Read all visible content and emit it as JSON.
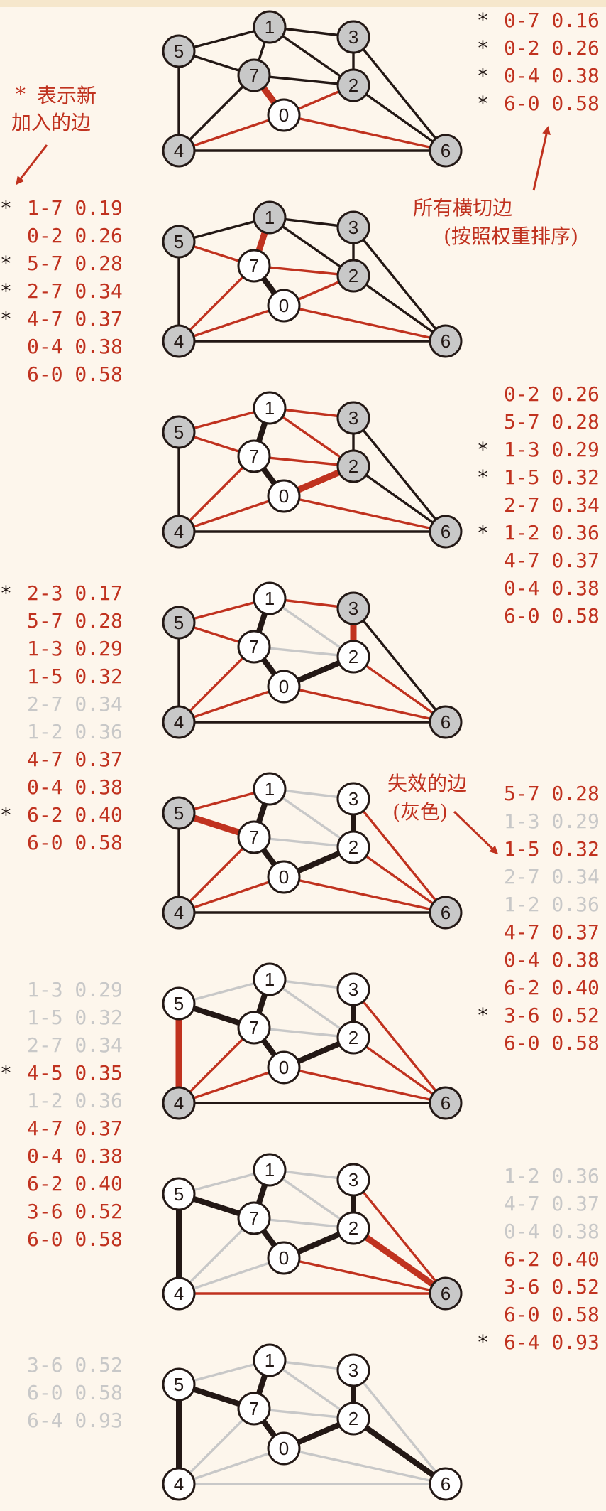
{
  "colors": {
    "tree": "#231815",
    "crossing": "#c0321f",
    "obsolete": "#c8c8c8",
    "vertex_gray": "#c8c8c8",
    "vertex_white": "#ffffff",
    "annotation": "#c0321f",
    "background": "#fdf6ec"
  },
  "annotations": {
    "new_edge_star": "*",
    "new_edge": "表示新",
    "new_edge_2": "加入的边",
    "crossing": "所有横切边",
    "crossing_2": "(按照权重排序)",
    "obsolete": "失效的边",
    "obsolete_2": "(灰色)"
  },
  "vertex_labels": [
    "0",
    "1",
    "2",
    "3",
    "4",
    "5",
    "6",
    "7"
  ],
  "steps": [
    {
      "list_side": "right",
      "list": [
        {
          "edge": "0-7",
          "weight": "0.16",
          "state": "crossing",
          "new": true
        },
        {
          "edge": "0-2",
          "weight": "0.26",
          "state": "crossing",
          "new": true
        },
        {
          "edge": "0-4",
          "weight": "0.38",
          "state": "crossing",
          "new": true
        },
        {
          "edge": "6-0",
          "weight": "0.58",
          "state": "crossing",
          "new": true
        }
      ],
      "tree_vertices": [
        0
      ],
      "edges": [
        {
          "e": "0-7",
          "s": "min"
        },
        {
          "e": "0-2",
          "s": "crossing"
        },
        {
          "e": "0-4",
          "s": "crossing"
        },
        {
          "e": "0-6",
          "s": "crossing"
        },
        {
          "e": "1-7",
          "s": "normal"
        },
        {
          "e": "1-5",
          "s": "normal"
        },
        {
          "e": "1-3",
          "s": "normal"
        },
        {
          "e": "1-2",
          "s": "normal"
        },
        {
          "e": "5-7",
          "s": "normal"
        },
        {
          "e": "2-7",
          "s": "normal"
        },
        {
          "e": "2-3",
          "s": "normal"
        },
        {
          "e": "3-6",
          "s": "normal"
        },
        {
          "e": "2-6",
          "s": "normal"
        },
        {
          "e": "4-5",
          "s": "normal"
        },
        {
          "e": "4-7",
          "s": "normal"
        },
        {
          "e": "4-6",
          "s": "normal"
        }
      ]
    },
    {
      "list_side": "left",
      "list": [
        {
          "edge": "1-7",
          "weight": "0.19",
          "state": "crossing",
          "new": true
        },
        {
          "edge": "0-2",
          "weight": "0.26",
          "state": "crossing",
          "new": false
        },
        {
          "edge": "5-7",
          "weight": "0.28",
          "state": "crossing",
          "new": true
        },
        {
          "edge": "2-7",
          "weight": "0.34",
          "state": "crossing",
          "new": true
        },
        {
          "edge": "4-7",
          "weight": "0.37",
          "state": "crossing",
          "new": true
        },
        {
          "edge": "0-4",
          "weight": "0.38",
          "state": "crossing",
          "new": false
        },
        {
          "edge": "6-0",
          "weight": "0.58",
          "state": "crossing",
          "new": false
        }
      ],
      "tree_vertices": [
        0,
        7
      ],
      "edges": [
        {
          "e": "0-7",
          "s": "tree"
        },
        {
          "e": "1-7",
          "s": "min"
        },
        {
          "e": "0-2",
          "s": "crossing"
        },
        {
          "e": "5-7",
          "s": "crossing"
        },
        {
          "e": "2-7",
          "s": "crossing"
        },
        {
          "e": "4-7",
          "s": "crossing"
        },
        {
          "e": "0-4",
          "s": "crossing"
        },
        {
          "e": "0-6",
          "s": "crossing"
        },
        {
          "e": "1-5",
          "s": "normal"
        },
        {
          "e": "1-3",
          "s": "normal"
        },
        {
          "e": "1-2",
          "s": "normal"
        },
        {
          "e": "2-3",
          "s": "normal"
        },
        {
          "e": "3-6",
          "s": "normal"
        },
        {
          "e": "2-6",
          "s": "normal"
        },
        {
          "e": "4-5",
          "s": "normal"
        },
        {
          "e": "4-6",
          "s": "normal"
        }
      ]
    },
    {
      "list_side": "right",
      "list": [
        {
          "edge": "0-2",
          "weight": "0.26",
          "state": "crossing",
          "new": false
        },
        {
          "edge": "5-7",
          "weight": "0.28",
          "state": "crossing",
          "new": false
        },
        {
          "edge": "1-3",
          "weight": "0.29",
          "state": "crossing",
          "new": true
        },
        {
          "edge": "1-5",
          "weight": "0.32",
          "state": "crossing",
          "new": true
        },
        {
          "edge": "2-7",
          "weight": "0.34",
          "state": "crossing",
          "new": false
        },
        {
          "edge": "1-2",
          "weight": "0.36",
          "state": "crossing",
          "new": true
        },
        {
          "edge": "4-7",
          "weight": "0.37",
          "state": "crossing",
          "new": false
        },
        {
          "edge": "0-4",
          "weight": "0.38",
          "state": "crossing",
          "new": false
        },
        {
          "edge": "6-0",
          "weight": "0.58",
          "state": "crossing",
          "new": false
        }
      ],
      "tree_vertices": [
        0,
        7,
        1
      ],
      "edges": [
        {
          "e": "0-7",
          "s": "tree"
        },
        {
          "e": "1-7",
          "s": "tree"
        },
        {
          "e": "0-2",
          "s": "min"
        },
        {
          "e": "5-7",
          "s": "crossing"
        },
        {
          "e": "1-3",
          "s": "crossing"
        },
        {
          "e": "1-5",
          "s": "crossing"
        },
        {
          "e": "2-7",
          "s": "crossing"
        },
        {
          "e": "1-2",
          "s": "crossing"
        },
        {
          "e": "4-7",
          "s": "crossing"
        },
        {
          "e": "0-4",
          "s": "crossing"
        },
        {
          "e": "0-6",
          "s": "crossing"
        },
        {
          "e": "2-3",
          "s": "normal"
        },
        {
          "e": "3-6",
          "s": "normal"
        },
        {
          "e": "2-6",
          "s": "normal"
        },
        {
          "e": "4-5",
          "s": "normal"
        },
        {
          "e": "4-6",
          "s": "normal"
        }
      ]
    },
    {
      "list_side": "left",
      "list": [
        {
          "edge": "2-3",
          "weight": "0.17",
          "state": "crossing",
          "new": true
        },
        {
          "edge": "5-7",
          "weight": "0.28",
          "state": "crossing",
          "new": false
        },
        {
          "edge": "1-3",
          "weight": "0.29",
          "state": "crossing",
          "new": false
        },
        {
          "edge": "1-5",
          "weight": "0.32",
          "state": "crossing",
          "new": false
        },
        {
          "edge": "2-7",
          "weight": "0.34",
          "state": "obsolete",
          "new": false
        },
        {
          "edge": "1-2",
          "weight": "0.36",
          "state": "obsolete",
          "new": false
        },
        {
          "edge": "4-7",
          "weight": "0.37",
          "state": "crossing",
          "new": false
        },
        {
          "edge": "0-4",
          "weight": "0.38",
          "state": "crossing",
          "new": false
        },
        {
          "edge": "6-2",
          "weight": "0.40",
          "state": "crossing",
          "new": true
        },
        {
          "edge": "6-0",
          "weight": "0.58",
          "state": "crossing",
          "new": false
        }
      ],
      "tree_vertices": [
        0,
        7,
        1,
        2
      ],
      "edges": [
        {
          "e": "0-7",
          "s": "tree"
        },
        {
          "e": "1-7",
          "s": "tree"
        },
        {
          "e": "0-2",
          "s": "tree"
        },
        {
          "e": "2-3",
          "s": "min"
        },
        {
          "e": "5-7",
          "s": "crossing"
        },
        {
          "e": "1-3",
          "s": "crossing"
        },
        {
          "e": "1-5",
          "s": "crossing"
        },
        {
          "e": "4-7",
          "s": "crossing"
        },
        {
          "e": "0-4",
          "s": "crossing"
        },
        {
          "e": "2-6",
          "s": "crossing"
        },
        {
          "e": "0-6",
          "s": "crossing"
        },
        {
          "e": "2-7",
          "s": "obsolete"
        },
        {
          "e": "1-2",
          "s": "obsolete"
        },
        {
          "e": "3-6",
          "s": "normal"
        },
        {
          "e": "4-5",
          "s": "normal"
        },
        {
          "e": "4-6",
          "s": "normal"
        }
      ]
    },
    {
      "list_side": "right",
      "list": [
        {
          "edge": "5-7",
          "weight": "0.28",
          "state": "crossing",
          "new": false
        },
        {
          "edge": "1-3",
          "weight": "0.29",
          "state": "obsolete",
          "new": false
        },
        {
          "edge": "1-5",
          "weight": "0.32",
          "state": "crossing",
          "new": false
        },
        {
          "edge": "2-7",
          "weight": "0.34",
          "state": "obsolete",
          "new": false
        },
        {
          "edge": "1-2",
          "weight": "0.36",
          "state": "obsolete",
          "new": false
        },
        {
          "edge": "4-7",
          "weight": "0.37",
          "state": "crossing",
          "new": false
        },
        {
          "edge": "0-4",
          "weight": "0.38",
          "state": "crossing",
          "new": false
        },
        {
          "edge": "6-2",
          "weight": "0.40",
          "state": "crossing",
          "new": false
        },
        {
          "edge": "3-6",
          "weight": "0.52",
          "state": "crossing",
          "new": true
        },
        {
          "edge": "6-0",
          "weight": "0.58",
          "state": "crossing",
          "new": false
        }
      ],
      "tree_vertices": [
        0,
        7,
        1,
        2,
        3
      ],
      "edges": [
        {
          "e": "0-7",
          "s": "tree"
        },
        {
          "e": "1-7",
          "s": "tree"
        },
        {
          "e": "0-2",
          "s": "tree"
        },
        {
          "e": "2-3",
          "s": "tree"
        },
        {
          "e": "5-7",
          "s": "min"
        },
        {
          "e": "1-5",
          "s": "crossing"
        },
        {
          "e": "4-7",
          "s": "crossing"
        },
        {
          "e": "0-4",
          "s": "crossing"
        },
        {
          "e": "2-6",
          "s": "crossing"
        },
        {
          "e": "3-6",
          "s": "crossing"
        },
        {
          "e": "0-6",
          "s": "crossing"
        },
        {
          "e": "1-3",
          "s": "obsolete"
        },
        {
          "e": "2-7",
          "s": "obsolete"
        },
        {
          "e": "1-2",
          "s": "obsolete"
        },
        {
          "e": "4-5",
          "s": "normal"
        },
        {
          "e": "4-6",
          "s": "normal"
        }
      ]
    },
    {
      "list_side": "left",
      "list": [
        {
          "edge": "1-3",
          "weight": "0.29",
          "state": "obsolete",
          "new": false
        },
        {
          "edge": "1-5",
          "weight": "0.32",
          "state": "obsolete",
          "new": false
        },
        {
          "edge": "2-7",
          "weight": "0.34",
          "state": "obsolete",
          "new": false
        },
        {
          "edge": "4-5",
          "weight": "0.35",
          "state": "crossing",
          "new": true
        },
        {
          "edge": "1-2",
          "weight": "0.36",
          "state": "obsolete",
          "new": false
        },
        {
          "edge": "4-7",
          "weight": "0.37",
          "state": "crossing",
          "new": false
        },
        {
          "edge": "0-4",
          "weight": "0.38",
          "state": "crossing",
          "new": false
        },
        {
          "edge": "6-2",
          "weight": "0.40",
          "state": "crossing",
          "new": false
        },
        {
          "edge": "3-6",
          "weight": "0.52",
          "state": "crossing",
          "new": false
        },
        {
          "edge": "6-0",
          "weight": "0.58",
          "state": "crossing",
          "new": false
        }
      ],
      "tree_vertices": [
        0,
        7,
        1,
        2,
        3,
        5
      ],
      "edges": [
        {
          "e": "0-7",
          "s": "tree"
        },
        {
          "e": "1-7",
          "s": "tree"
        },
        {
          "e": "0-2",
          "s": "tree"
        },
        {
          "e": "2-3",
          "s": "tree"
        },
        {
          "e": "5-7",
          "s": "tree"
        },
        {
          "e": "4-5",
          "s": "min"
        },
        {
          "e": "4-7",
          "s": "crossing"
        },
        {
          "e": "0-4",
          "s": "crossing"
        },
        {
          "e": "2-6",
          "s": "crossing"
        },
        {
          "e": "3-6",
          "s": "crossing"
        },
        {
          "e": "0-6",
          "s": "crossing"
        },
        {
          "e": "1-3",
          "s": "obsolete"
        },
        {
          "e": "1-5",
          "s": "obsolete"
        },
        {
          "e": "2-7",
          "s": "obsolete"
        },
        {
          "e": "1-2",
          "s": "obsolete"
        },
        {
          "e": "4-6",
          "s": "normal"
        }
      ]
    },
    {
      "list_side": "right",
      "list": [
        {
          "edge": "1-2",
          "weight": "0.36",
          "state": "obsolete",
          "new": false
        },
        {
          "edge": "4-7",
          "weight": "0.37",
          "state": "obsolete",
          "new": false
        },
        {
          "edge": "0-4",
          "weight": "0.38",
          "state": "obsolete",
          "new": false
        },
        {
          "edge": "6-2",
          "weight": "0.40",
          "state": "crossing",
          "new": false
        },
        {
          "edge": "3-6",
          "weight": "0.52",
          "state": "crossing",
          "new": false
        },
        {
          "edge": "6-0",
          "weight": "0.58",
          "state": "crossing",
          "new": false
        },
        {
          "edge": "6-4",
          "weight": "0.93",
          "state": "crossing",
          "new": true
        }
      ],
      "tree_vertices": [
        0,
        7,
        1,
        2,
        3,
        5,
        4
      ],
      "edges": [
        {
          "e": "0-7",
          "s": "tree"
        },
        {
          "e": "1-7",
          "s": "tree"
        },
        {
          "e": "0-2",
          "s": "tree"
        },
        {
          "e": "2-3",
          "s": "tree"
        },
        {
          "e": "5-7",
          "s": "tree"
        },
        {
          "e": "4-5",
          "s": "tree"
        },
        {
          "e": "2-6",
          "s": "min"
        },
        {
          "e": "3-6",
          "s": "crossing"
        },
        {
          "e": "0-6",
          "s": "crossing"
        },
        {
          "e": "4-6",
          "s": "crossing"
        },
        {
          "e": "1-3",
          "s": "obsolete"
        },
        {
          "e": "1-5",
          "s": "obsolete"
        },
        {
          "e": "2-7",
          "s": "obsolete"
        },
        {
          "e": "1-2",
          "s": "obsolete"
        },
        {
          "e": "4-7",
          "s": "obsolete"
        },
        {
          "e": "0-4",
          "s": "obsolete"
        }
      ]
    },
    {
      "list_side": "left",
      "list": [
        {
          "edge": "3-6",
          "weight": "0.52",
          "state": "obsolete",
          "new": false
        },
        {
          "edge": "6-0",
          "weight": "0.58",
          "state": "obsolete",
          "new": false
        },
        {
          "edge": "6-4",
          "weight": "0.93",
          "state": "obsolete",
          "new": false
        }
      ],
      "tree_vertices": [
        0,
        7,
        1,
        2,
        3,
        5,
        4,
        6
      ],
      "edges": [
        {
          "e": "0-7",
          "s": "tree"
        },
        {
          "e": "1-7",
          "s": "tree"
        },
        {
          "e": "0-2",
          "s": "tree"
        },
        {
          "e": "2-3",
          "s": "tree"
        },
        {
          "e": "5-7",
          "s": "tree"
        },
        {
          "e": "4-5",
          "s": "tree"
        },
        {
          "e": "2-6",
          "s": "tree"
        },
        {
          "e": "1-3",
          "s": "obsolete"
        },
        {
          "e": "1-5",
          "s": "obsolete"
        },
        {
          "e": "2-7",
          "s": "obsolete"
        },
        {
          "e": "1-2",
          "s": "obsolete"
        },
        {
          "e": "4-7",
          "s": "obsolete"
        },
        {
          "e": "0-4",
          "s": "obsolete"
        },
        {
          "e": "3-6",
          "s": "obsolete"
        },
        {
          "e": "0-6",
          "s": "obsolete"
        },
        {
          "e": "4-6",
          "s": "obsolete"
        }
      ]
    }
  ]
}
